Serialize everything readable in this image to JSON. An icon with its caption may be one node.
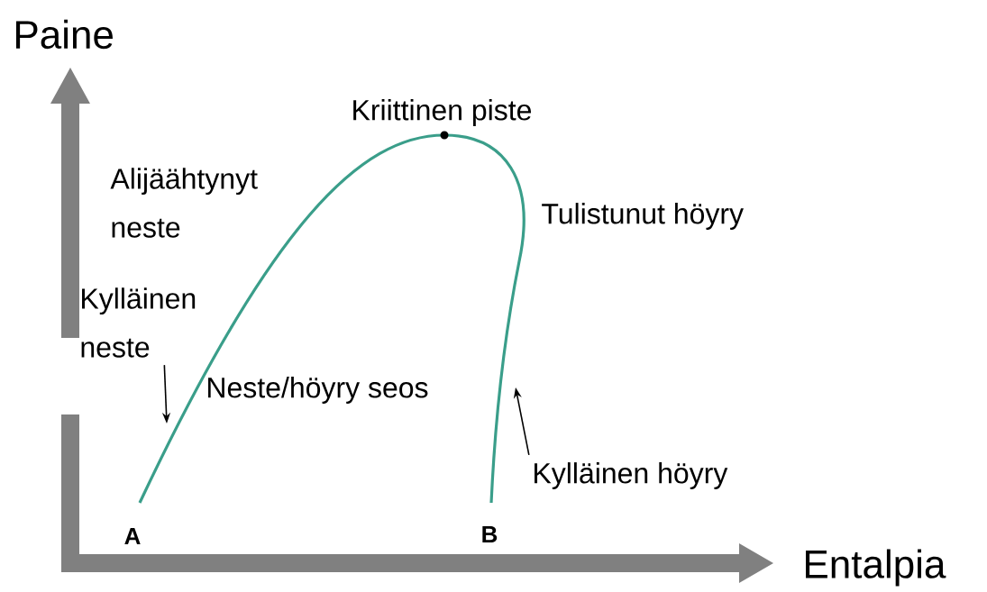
{
  "diagram": {
    "nodes": [
      {
        "text": [
          "Kylläinen neste"
        ]
      },
      {
        "text": [
          "Kylläinen höyry"
        ]
      }
    ],
    "edges": [
      {
        "from": 0,
        "to": null,
        "arrow": "to"
      },
      {
        "from": 1,
        "to": null,
        "arrow": "to"
      }
    ],
    "labels": [
      "Paine",
      "Kriittinen piste",
      "Alijäähtynyt neste",
      "Tulistunut höyry",
      "Neste/höyry seos",
      "A",
      "B",
      "Entalpia"
    ]
  }
}
